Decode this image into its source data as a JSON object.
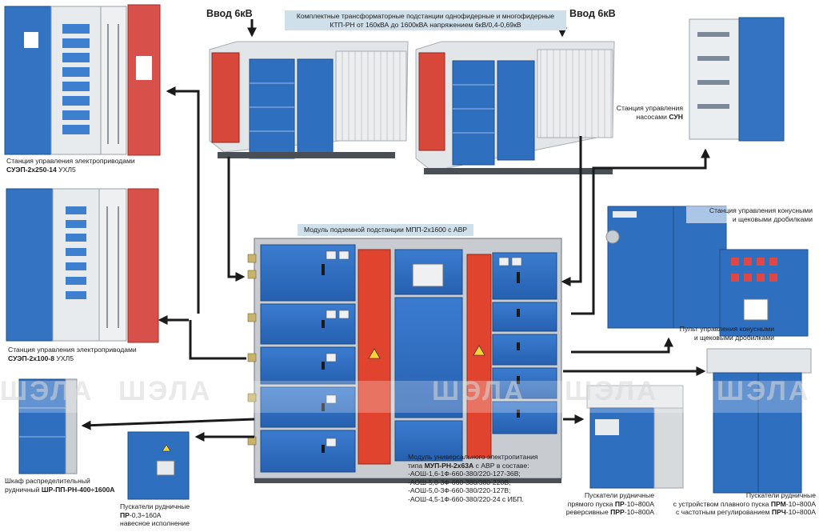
{
  "header": {
    "banner_line1": "Комплектные трансформаторные подстанции однофидерные и многофидерные",
    "banner_line2_bold": "КТП-РН",
    "banner_line2_rest": " от 160кВА до 1600кВА напряжением 6кВ/0,4-0,69кВ",
    "input_left": "Ввод 6кВ",
    "input_right": "Ввод 6кВ"
  },
  "watermark": "ШЭЛА",
  "labels": {
    "suep250_line1": "Станция управления электроприводами",
    "suep250_bold": "СУЭП-2х250-14",
    "suep250_rest": " УХЛ5",
    "sun_line1": "Станция управления",
    "sun_line2_pre": "насосами ",
    "sun_bold": "СУН",
    "mpp_pre": "Модуль подземной подстанции ",
    "mpp_bold": "МПП-2х1600",
    "mpp_rest": " с АВР",
    "crusher_station_line1": "Станция управления конусными",
    "crusher_station_line2": "и щековыми дробилками",
    "suep100_line1": "Станция управления электроприводами",
    "suep100_bold": "СУЭП-2х100-8",
    "suep100_rest": " УХЛ5",
    "crusher_panel_line1": "Пульт управления конусными",
    "crusher_panel_line2": "и щековыми дробилками",
    "shr_line1": "Шкаф распределительный",
    "shr_line2_pre": "рудничный ",
    "shr_bold": "ШР-ПП-РН-400÷1600А",
    "pr_line1": "Пускатели рудничные",
    "pr_bold": "ПР",
    "pr_rest": "-0,3÷160А",
    "pr_line3": "навесное исполнение",
    "mup_line1": "Модуль универсального электропитания",
    "mup_line2_pre": "типа ",
    "mup_bold": "МУП-РН-2х63А",
    "mup_line2_rest": " с АВР в составе:",
    "mup_items": [
      "-АОШ-1,6-1Ф-660-380/220-127-36В;",
      "-АОШ-5,0-3Ф-660-380/380-220В;",
      "-АОШ-5,0-3Ф-660-380/220-127В;",
      "-АОШ-4,5-1Ф-660-380/220-24 с ИБП."
    ],
    "prr_line1": "Пускатели рудничные",
    "prr_line2_pre": "прямого пуска ",
    "prr_bold1": "ПР",
    "prr_line2_rest": "-10÷800А",
    "prr_line3_pre": "реверсивные  ",
    "prr_bold2": "ПРР",
    "prr_line3_rest": "-10÷800А",
    "prm_line1": "Пускатели рудничные",
    "prm_line2_pre": "с устройством плавного пуска ",
    "prm_bold1": "ПРМ",
    "prm_line2_rest": "-10÷800А",
    "prm_line3_pre": "с частотным регулированием   ",
    "prm_bold2": "ПРЧ",
    "prm_line3_rest": "-10÷800А"
  },
  "colors": {
    "cabinet_blue": "#2f6fc0",
    "cabinet_red": "#d8483a",
    "transformer_grey": "#e6e8ea",
    "banner_bg": "#cfe0ea",
    "arrow": "#1a1a1a"
  }
}
